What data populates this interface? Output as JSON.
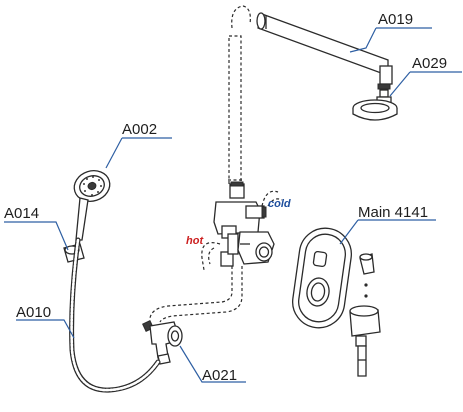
{
  "colors": {
    "outline": "#2b2b2b",
    "leader_line": "#2e5fa3",
    "hot": "#cc1f1f",
    "cold": "#1f4f9e",
    "label_text": "#1e1e1e"
  },
  "labels": {
    "a019": "A019",
    "a029": "A029",
    "a002": "A002",
    "a014": "A014",
    "a010": "A010",
    "a021": "A021",
    "main": "Main 4141"
  },
  "water": {
    "cold": "cold",
    "hot": "hot"
  }
}
